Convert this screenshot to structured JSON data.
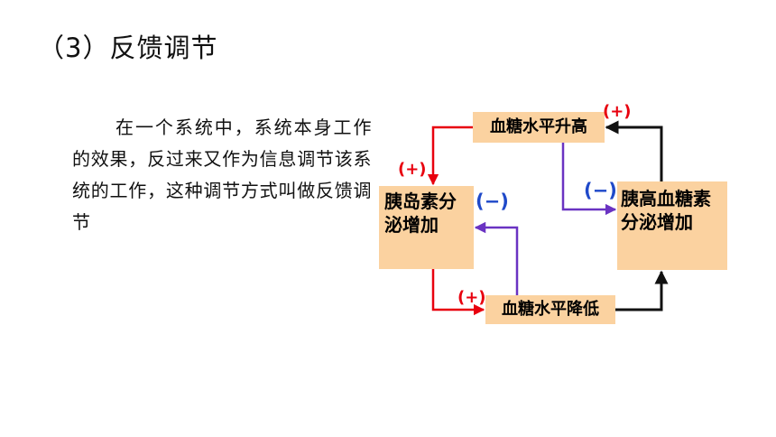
{
  "title": "（3）反馈调节",
  "paragraph": "在一个系统中，系统本身工作的效果，反过来又作为信息调节该系统的工作，这种调节方式叫做反馈调节",
  "diagram": {
    "box_top": "血糖水平升高",
    "box_left": "胰岛素分泌增加",
    "box_bottom": "血糖水平降低",
    "box_right": "胰高血糖素分泌增加",
    "sign_top_right": "(+)",
    "sign_left_upper": "(+)",
    "sign_left_blue": "(−)",
    "sign_right_blue": "(−)",
    "sign_bottom": "(+)"
  },
  "colors": {
    "red": "#e8000e",
    "blue": "#1f49c9",
    "purple": "#6a33c2",
    "black": "#111111",
    "box": "#fbd2a0"
  }
}
